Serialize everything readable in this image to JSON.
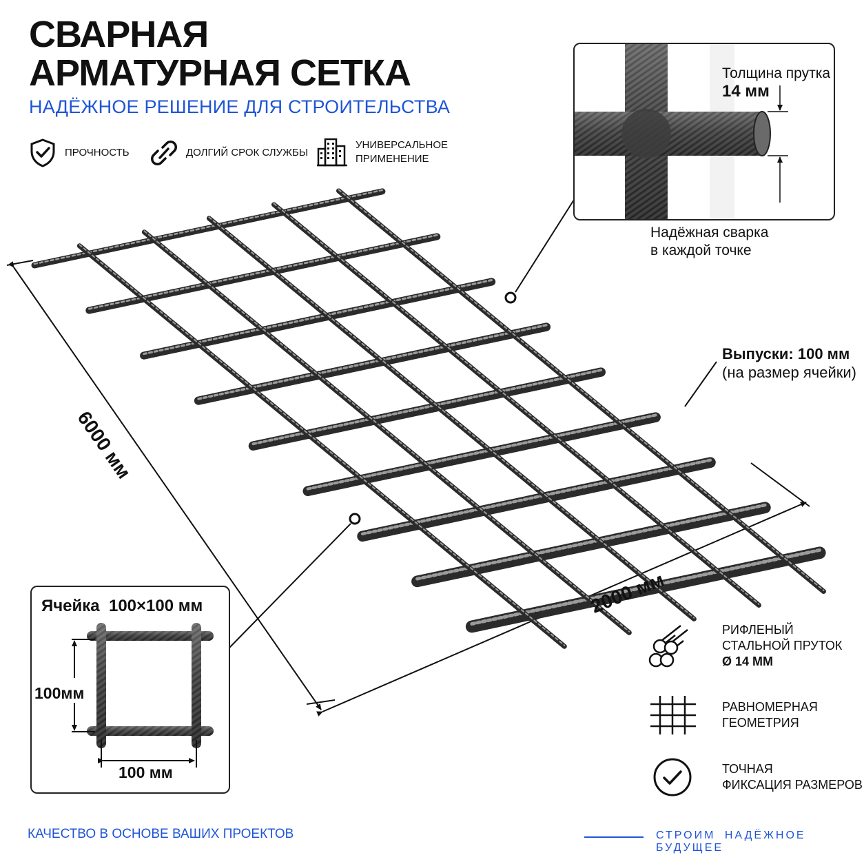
{
  "header": {
    "title_line1": "СВАРНАЯ",
    "title_line2": "АРМАТУРНАЯ СЕТКА",
    "subtitle": "НАДЁЖНОЕ РЕШЕНИЕ ДЛЯ СТРОИТЕЛЬСТВА"
  },
  "features": [
    {
      "icon": "shield-check-icon",
      "label": "Прочность"
    },
    {
      "icon": "chain-link-icon",
      "label": "Долгий срок службы"
    },
    {
      "icon": "buildings-icon",
      "label_line1": "Универсальное",
      "label_line2": "применение"
    }
  ],
  "detail_callout": {
    "thickness_label": "Толщина прутка",
    "thickness_value": "14 мм",
    "weld_line1": "Надёжная сварка",
    "weld_line2": "в  каждой точке"
  },
  "overhang": {
    "label": "Выпуски: 100 мм",
    "note": "(на размер ячейки)"
  },
  "dimensions": {
    "length": "6000 мм",
    "width": "2000 мм"
  },
  "cell_callout": {
    "title": "Ячейка  100×100 мм",
    "height_label": "100мм",
    "width_label": "100 мм"
  },
  "specs": [
    {
      "icon": "rebar-bundle-icon",
      "line1": "Рифленый",
      "line2": "стальной пруток",
      "line3": "Ø 14 мм"
    },
    {
      "icon": "grid-icon",
      "line1": "Равномерная",
      "line2": "геометрия"
    },
    {
      "icon": "checkmark-circle-icon",
      "line1": "Точная",
      "line2": "фиксация размеров"
    }
  ],
  "footer": {
    "left": "КАЧЕСТВО В ОСНОВЕ ВАШИХ ПРОЕКТОВ",
    "right": "СТРОИМ НАДЁЖНОЕ БУДУЩЕЕ"
  },
  "colors": {
    "accent_blue": "#1f55d6",
    "text": "#111111",
    "rebar_dark": "#3a3a3a",
    "rebar_light": "#8a8a8a"
  }
}
